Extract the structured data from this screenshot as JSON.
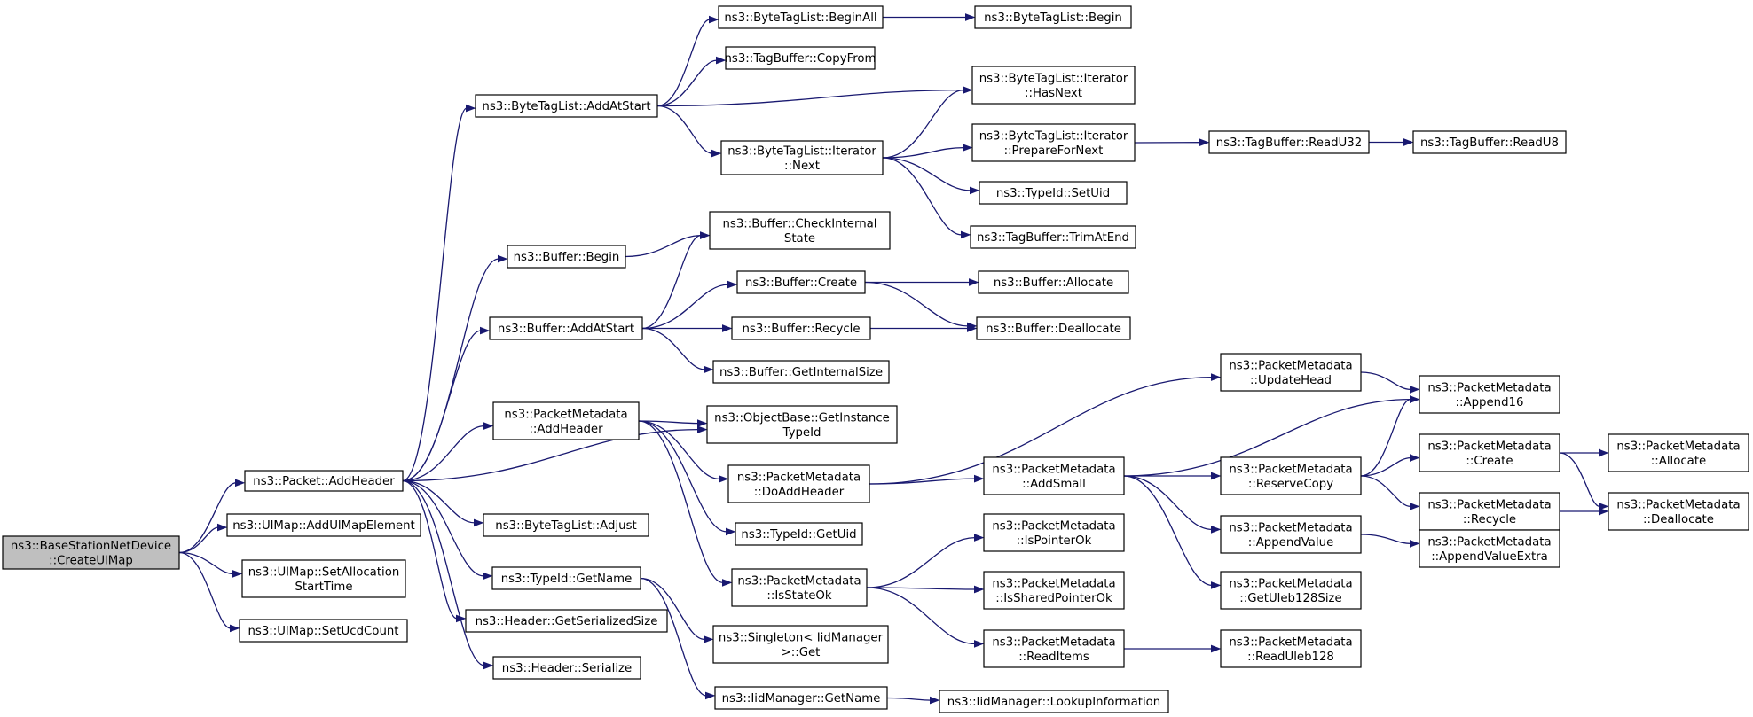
{
  "diagram": {
    "nodes": [
      {
        "id": "n0",
        "lines": [
          "ns3::BaseStationNetDevice",
          "::CreateUlMap"
        ],
        "root": true
      },
      {
        "id": "n1",
        "lines": [
          "ns3::Packet::AddHeader"
        ]
      },
      {
        "id": "n2",
        "lines": [
          "ns3::UlMap::AddUlMapElement"
        ]
      },
      {
        "id": "n3",
        "lines": [
          "ns3::UlMap::SetAllocation",
          "StartTime"
        ]
      },
      {
        "id": "n4",
        "lines": [
          "ns3::UlMap::SetUcdCount"
        ]
      },
      {
        "id": "n5",
        "lines": [
          "ns3::ByteTagList::AddAtStart"
        ]
      },
      {
        "id": "n6",
        "lines": [
          "ns3::Buffer::Begin"
        ]
      },
      {
        "id": "n7",
        "lines": [
          "ns3::Buffer::AddAtStart"
        ]
      },
      {
        "id": "n8",
        "lines": [
          "ns3::PacketMetadata",
          "::AddHeader"
        ]
      },
      {
        "id": "n9",
        "lines": [
          "ns3::ByteTagList::Adjust"
        ]
      },
      {
        "id": "n10",
        "lines": [
          "ns3::TypeId::GetName"
        ]
      },
      {
        "id": "n11",
        "lines": [
          "ns3::Header::GetSerializedSize"
        ]
      },
      {
        "id": "n12",
        "lines": [
          "ns3::Header::Serialize"
        ]
      },
      {
        "id": "n13",
        "lines": [
          "ns3::ByteTagList::BeginAll"
        ]
      },
      {
        "id": "n14",
        "lines": [
          "ns3::TagBuffer::CopyFrom"
        ]
      },
      {
        "id": "n15",
        "lines": [
          "ns3::ByteTagList::Iterator",
          "::Next"
        ]
      },
      {
        "id": "n16",
        "lines": [
          "ns3::Buffer::CheckInternal",
          "State"
        ]
      },
      {
        "id": "n17",
        "lines": [
          "ns3::Buffer::Create"
        ]
      },
      {
        "id": "n18",
        "lines": [
          "ns3::Buffer::Recycle"
        ]
      },
      {
        "id": "n19",
        "lines": [
          "ns3::Buffer::GetInternalSize"
        ]
      },
      {
        "id": "n20",
        "lines": [
          "ns3::ObjectBase::GetInstance",
          "TypeId"
        ]
      },
      {
        "id": "n21",
        "lines": [
          "ns3::PacketMetadata",
          "::DoAddHeader"
        ]
      },
      {
        "id": "n22",
        "lines": [
          "ns3::TypeId::GetUid"
        ]
      },
      {
        "id": "n23",
        "lines": [
          "ns3::PacketMetadata",
          "::IsStateOk"
        ]
      },
      {
        "id": "n24",
        "lines": [
          "ns3::Singleton< IidManager",
          ">::Get"
        ]
      },
      {
        "id": "n25",
        "lines": [
          "ns3::IidManager::GetName"
        ]
      },
      {
        "id": "n26",
        "lines": [
          "ns3::ByteTagList::Begin"
        ]
      },
      {
        "id": "n27",
        "lines": [
          "ns3::ByteTagList::Iterator",
          "::HasNext"
        ]
      },
      {
        "id": "n28",
        "lines": [
          "ns3::ByteTagList::Iterator",
          "::PrepareForNext"
        ]
      },
      {
        "id": "n29",
        "lines": [
          "ns3::TypeId::SetUid"
        ]
      },
      {
        "id": "n30",
        "lines": [
          "ns3::TagBuffer::TrimAtEnd"
        ]
      },
      {
        "id": "n31",
        "lines": [
          "ns3::Buffer::Allocate"
        ]
      },
      {
        "id": "n32",
        "lines": [
          "ns3::Buffer::Deallocate"
        ]
      },
      {
        "id": "n33",
        "lines": [
          "ns3::PacketMetadata",
          "::AddSmall"
        ]
      },
      {
        "id": "n34",
        "lines": [
          "ns3::PacketMetadata",
          "::IsPointerOk"
        ]
      },
      {
        "id": "n35",
        "lines": [
          "ns3::PacketMetadata",
          "::IsSharedPointerOk"
        ]
      },
      {
        "id": "n36",
        "lines": [
          "ns3::PacketMetadata",
          "::ReadItems"
        ]
      },
      {
        "id": "n37",
        "lines": [
          "ns3::IidManager::LookupInformation"
        ]
      },
      {
        "id": "n38",
        "lines": [
          "ns3::TagBuffer::ReadU32"
        ]
      },
      {
        "id": "n39",
        "lines": [
          "ns3::PacketMetadata",
          "::UpdateHead"
        ]
      },
      {
        "id": "n40",
        "lines": [
          "ns3::PacketMetadata",
          "::ReserveCopy"
        ]
      },
      {
        "id": "n41",
        "lines": [
          "ns3::PacketMetadata",
          "::AppendValue"
        ]
      },
      {
        "id": "n42",
        "lines": [
          "ns3::PacketMetadata",
          "::GetUleb128Size"
        ]
      },
      {
        "id": "n43",
        "lines": [
          "ns3::PacketMetadata",
          "::ReadUleb128"
        ]
      },
      {
        "id": "n44",
        "lines": [
          "ns3::TagBuffer::ReadU8"
        ]
      },
      {
        "id": "n45",
        "lines": [
          "ns3::PacketMetadata",
          "::Append16"
        ]
      },
      {
        "id": "n46",
        "lines": [
          "ns3::PacketMetadata",
          "::Create"
        ]
      },
      {
        "id": "n47",
        "lines": [
          "ns3::PacketMetadata",
          "::Recycle"
        ]
      },
      {
        "id": "n48",
        "lines": [
          "ns3::PacketMetadata",
          "::AppendValueExtra"
        ]
      },
      {
        "id": "n49",
        "lines": [
          "ns3::PacketMetadata",
          "::Allocate"
        ]
      },
      {
        "id": "n50",
        "lines": [
          "ns3::PacketMetadata",
          "::Deallocate"
        ]
      }
    ],
    "edges": [
      {
        "from": "n0",
        "to": "n1"
      },
      {
        "from": "n0",
        "to": "n2"
      },
      {
        "from": "n0",
        "to": "n3"
      },
      {
        "from": "n0",
        "to": "n4"
      },
      {
        "from": "n1",
        "to": "n5"
      },
      {
        "from": "n1",
        "to": "n6"
      },
      {
        "from": "n1",
        "to": "n7"
      },
      {
        "from": "n1",
        "to": "n20"
      },
      {
        "from": "n1",
        "to": "n8"
      },
      {
        "from": "n1",
        "to": "n9"
      },
      {
        "from": "n1",
        "to": "n10"
      },
      {
        "from": "n1",
        "to": "n11"
      },
      {
        "from": "n1",
        "to": "n12"
      },
      {
        "from": "n5",
        "to": "n13"
      },
      {
        "from": "n5",
        "to": "n14"
      },
      {
        "from": "n5",
        "to": "n27"
      },
      {
        "from": "n5",
        "to": "n15"
      },
      {
        "from": "n13",
        "to": "n26"
      },
      {
        "from": "n15",
        "to": "n27"
      },
      {
        "from": "n15",
        "to": "n28"
      },
      {
        "from": "n15",
        "to": "n29"
      },
      {
        "from": "n15",
        "to": "n30"
      },
      {
        "from": "n28",
        "to": "n38"
      },
      {
        "from": "n38",
        "to": "n44"
      },
      {
        "from": "n6",
        "to": "n16"
      },
      {
        "from": "n7",
        "to": "n16"
      },
      {
        "from": "n7",
        "to": "n17"
      },
      {
        "from": "n7",
        "to": "n18"
      },
      {
        "from": "n7",
        "to": "n19"
      },
      {
        "from": "n17",
        "to": "n31"
      },
      {
        "from": "n17",
        "to": "n32"
      },
      {
        "from": "n18",
        "to": "n32"
      },
      {
        "from": "n8",
        "to": "n20"
      },
      {
        "from": "n8",
        "to": "n21"
      },
      {
        "from": "n8",
        "to": "n22"
      },
      {
        "from": "n8",
        "to": "n23"
      },
      {
        "from": "n21",
        "to": "n39"
      },
      {
        "from": "n21",
        "to": "n33"
      },
      {
        "from": "n39",
        "to": "n45"
      },
      {
        "from": "n33",
        "to": "n45"
      },
      {
        "from": "n33",
        "to": "n40"
      },
      {
        "from": "n33",
        "to": "n41"
      },
      {
        "from": "n33",
        "to": "n42"
      },
      {
        "from": "n40",
        "to": "n45"
      },
      {
        "from": "n40",
        "to": "n46"
      },
      {
        "from": "n40",
        "to": "n47"
      },
      {
        "from": "n46",
        "to": "n49"
      },
      {
        "from": "n46",
        "to": "n50"
      },
      {
        "from": "n47",
        "to": "n50"
      },
      {
        "from": "n41",
        "to": "n48"
      },
      {
        "from": "n23",
        "to": "n34"
      },
      {
        "from": "n23",
        "to": "n35"
      },
      {
        "from": "n23",
        "to": "n36"
      },
      {
        "from": "n36",
        "to": "n43"
      },
      {
        "from": "n10",
        "to": "n24"
      },
      {
        "from": "n10",
        "to": "n25"
      },
      {
        "from": "n25",
        "to": "n37"
      }
    ]
  }
}
